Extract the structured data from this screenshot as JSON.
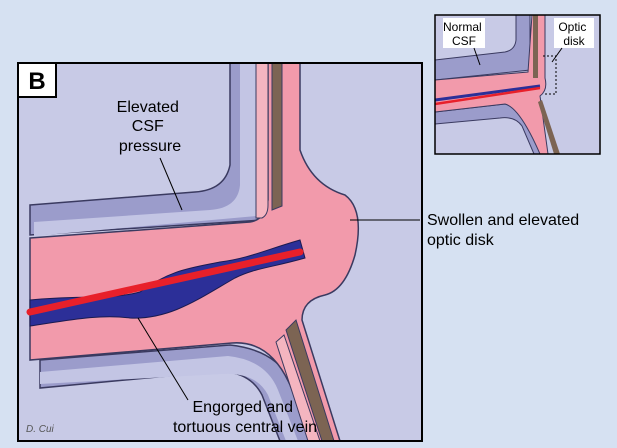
{
  "panel": {
    "letter": "B",
    "signature": "D. Cui"
  },
  "labels": {
    "elevated_csf": [
      "Elevated",
      "CSF",
      "pressure"
    ],
    "swollen_disk": [
      "Swollen and elevated",
      "optic disk"
    ],
    "engorged_vein": [
      "Engorged and",
      "tortuous central vein"
    ]
  },
  "inset": {
    "normal_csf": [
      "Normal",
      "CSF"
    ],
    "optic_disk": [
      "Optic",
      "disk"
    ]
  },
  "colors": {
    "background": "#d6e1f2",
    "sheath": "#9b9ccb",
    "sheath_light": "#c3c5e4",
    "nerve": "#f29aab",
    "nerve_edge": "#f4b5c0",
    "vitreous": "#c8cae6",
    "retina_brown": "#7c6453",
    "vein": "#2c2f98",
    "artery": "#e8202a"
  }
}
